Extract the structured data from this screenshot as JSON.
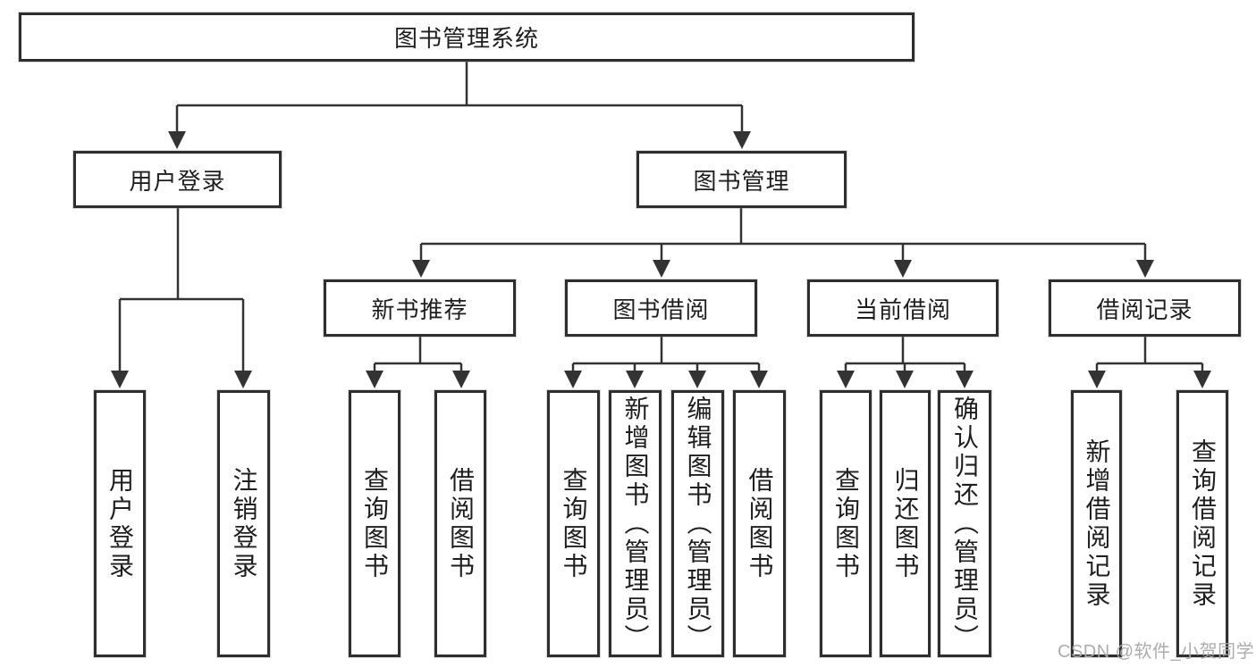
{
  "tree": {
    "root": {
      "label": "图书管理系统"
    },
    "branches": [
      {
        "label": "用户登录",
        "children": [
          {
            "label": "用户登录"
          },
          {
            "label": "注销登录"
          }
        ]
      },
      {
        "label": "图书管理",
        "children": [
          {
            "label": "新书推荐",
            "children": [
              {
                "label": "查询图书"
              },
              {
                "label": "借阅图书"
              }
            ]
          },
          {
            "label": "图书借阅",
            "children": [
              {
                "label": "查询图书"
              },
              {
                "label": "新增图书（管理员）"
              },
              {
                "label": "编辑图书（管理员）"
              },
              {
                "label": "借阅图书"
              }
            ]
          },
          {
            "label": "当前借阅",
            "children": [
              {
                "label": "查询图书"
              },
              {
                "label": "归还图书"
              },
              {
                "label": "确认归还（管理员）"
              }
            ]
          },
          {
            "label": "借阅记录",
            "children": [
              {
                "label": "新增借阅记录"
              },
              {
                "label": "查询借阅记录"
              }
            ]
          }
        ]
      }
    ]
  },
  "watermark": {
    "text": "CSDN @软件_小贺同学"
  },
  "colors": {
    "line": "#333333",
    "box_border": "#2e2e2e",
    "text": "#1e1e1e",
    "background": "#ffffff",
    "watermark": "#a8a8a8"
  }
}
